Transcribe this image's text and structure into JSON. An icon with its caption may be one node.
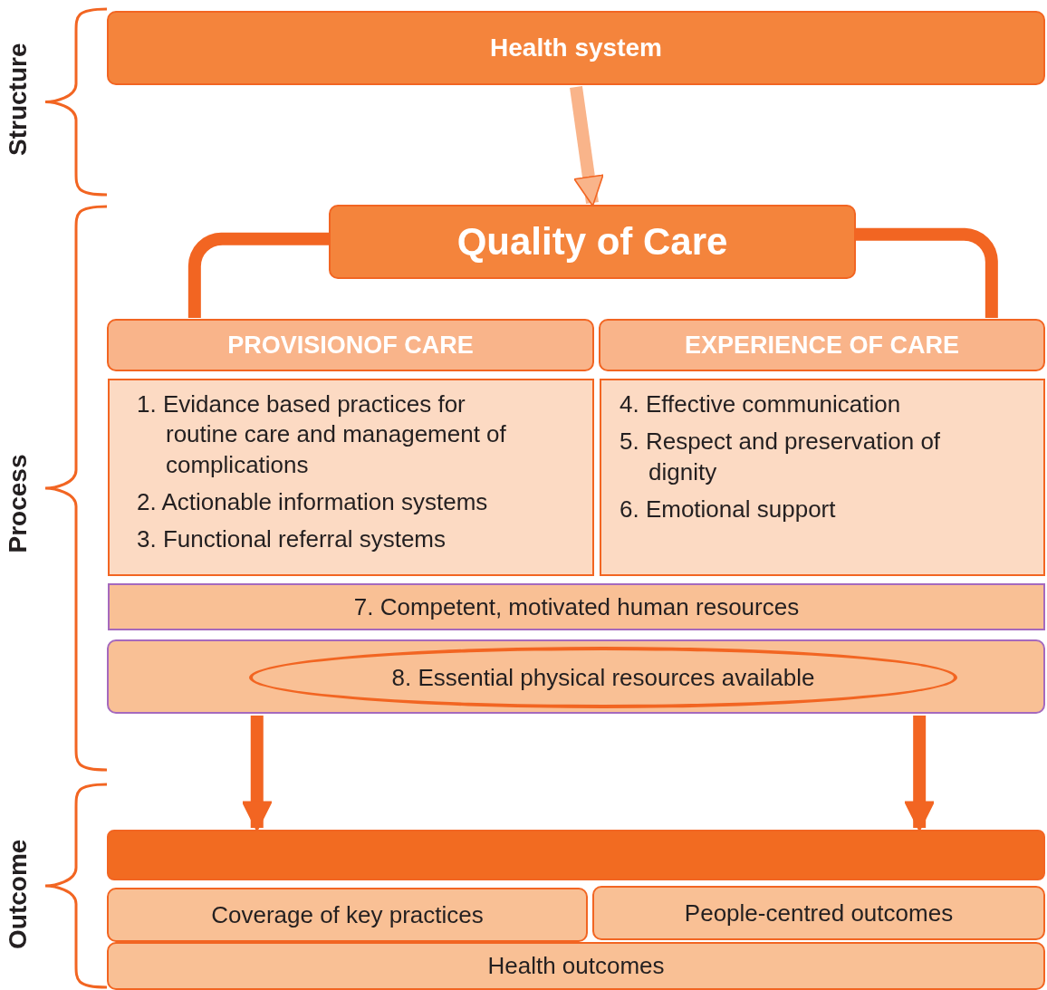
{
  "diagram": {
    "nodes": [
      {
        "text": [
          "Health system"
        ]
      },
      {
        "text": [
          "Quality of Care"
        ]
      },
      {
        "text": [
          "PROVISIONOF CARE"
        ]
      },
      {
        "text": [
          "EXPERIENCE OF CARE"
        ]
      },
      {
        "text": [
          "1. Evidance based practices for routine care and management of complications",
          "2. Actionable information systems",
          "3. Functional referral systems"
        ]
      },
      {
        "text": [
          "4. Effective communication",
          "5. Respect and preservation of dignity",
          "6. Emotional support"
        ]
      },
      {
        "text": [
          "7. Competent, motivated human resources"
        ]
      },
      {
        "text": [],
        "shape": "box"
      },
      {
        "text": [
          "8. Essential physical resources available"
        ],
        "in": 7
      },
      {
        "text": [],
        "shape": "bar"
      },
      {
        "text": [
          "Coverage of key practices"
        ]
      },
      {
        "text": [
          "People-centred outcomes"
        ]
      },
      {
        "text": [
          "Health outcomes"
        ]
      }
    ],
    "edges": [
      {
        "from": 0,
        "to": 1,
        "arrow": "to",
        "color": "#f9b48a"
      },
      {
        "from": 1,
        "to": 2,
        "arrow": "none"
      },
      {
        "from": 1,
        "to": 3,
        "arrow": "none"
      },
      {
        "from": 7,
        "to": 9,
        "arrow": "to"
      },
      {
        "from": 7,
        "to": 9,
        "arrow": "to"
      }
    ],
    "labels": [
      "Structure",
      "Process",
      "Outcome"
    ]
  }
}
